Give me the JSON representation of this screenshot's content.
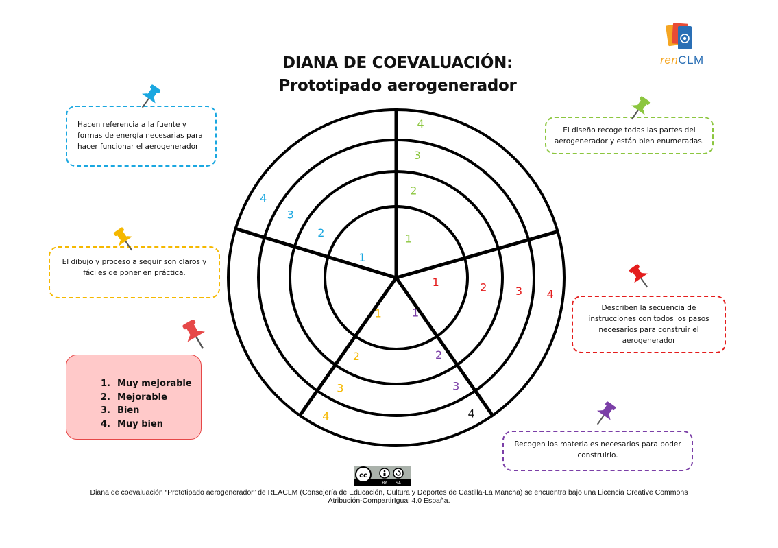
{
  "title": {
    "line1": "DIANA DE COEVALUACIÓN:",
    "line2": "Prototipado aerogenerador"
  },
  "logo": {
    "part1": "ren",
    "part2": "CLM"
  },
  "criteria": [
    {
      "id": "sources",
      "color": "#1aa7e0",
      "lines": [
        "Hacen referencia a la fuente y",
        "formas de energía necesarias para",
        "hacer funcionar el aerogenerador"
      ]
    },
    {
      "id": "drawing",
      "color": "#f5b800",
      "lines": [
        "El dibujo y proceso a seguir son claros y",
        "fáciles de poner en práctica."
      ]
    },
    {
      "id": "design",
      "color": "#8cc63f",
      "lines": [
        "El diseño recoge todas las partes del",
        "aerogenerador y están bien enumeradas."
      ]
    },
    {
      "id": "sequence",
      "color": "#e41d1d",
      "lines": [
        "Describen la secuencia de",
        "instrucciones con todos los pasos",
        "necesarios para construir el",
        "aerogenerador"
      ]
    },
    {
      "id": "materials",
      "color": "#7b3fa7",
      "lines": [
        "Recogen los materiales necesarios para poder",
        "construirlo."
      ]
    }
  ],
  "legend": {
    "items": [
      {
        "num": "1.",
        "label": "Muy mejorable"
      },
      {
        "num": "2.",
        "label": "Mejorable"
      },
      {
        "num": "3.",
        "label": "Bien"
      },
      {
        "num": "4.",
        "label": "Muy bien"
      }
    ],
    "bg_color": "#ffc9c9",
    "border_color": "#e64848"
  },
  "target": {
    "rings": 4,
    "sector_numbers": [
      {
        "color": "#8cc63f",
        "values": [
          "1",
          "2",
          "3",
          "4"
        ]
      },
      {
        "color": "#e41d1d",
        "values": [
          "1",
          "2",
          "3",
          "4"
        ]
      },
      {
        "color": "#7b3fa7",
        "values": [
          "1",
          "2",
          "3",
          "4"
        ],
        "last_color": "#111111"
      },
      {
        "color": "#f5b800",
        "values": [
          "1",
          "2",
          "3",
          "4"
        ]
      },
      {
        "color": "#1aa7e0",
        "values": [
          "1",
          "2",
          "3",
          "4"
        ]
      }
    ]
  },
  "license_badge": {
    "main": "cc",
    "sub1": "BY",
    "sub2": "SA"
  },
  "footer": {
    "line1": "Diana de coevaluación “Prototipado aerogenerador” de REACLM (Consejería de Educación, Cultura y Deportes de Castilla-La Mancha) se encuentra bajo una Licencia Creative Commons",
    "line2": "Atribución-CompartirIgual 4.0 España."
  }
}
